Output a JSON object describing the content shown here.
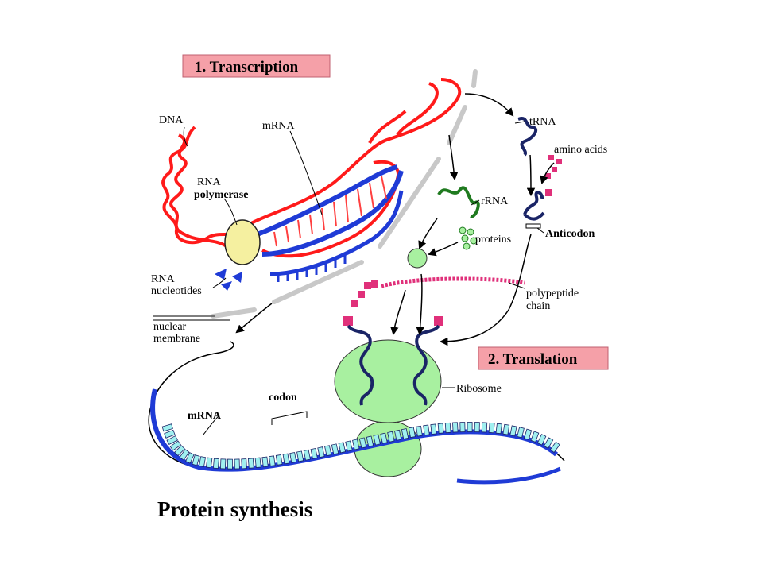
{
  "title": "Protein synthesis",
  "banners": {
    "transcription": "1. Transcription",
    "translation": "2. Translation"
  },
  "labels": {
    "dna": "DNA",
    "mrna_top": "mRNA",
    "rna_polymerase_1": "RNA",
    "rna_polymerase_2": "polymerase",
    "rna_nucleotides_1": "RNA",
    "rna_nucleotides_2": "nucleotides",
    "nuclear_membrane_1": "nuclear",
    "nuclear_membrane_2": "membrane",
    "trna": "tRNA",
    "amino_acids": "amino acids",
    "rrna": "rRNA",
    "proteins": "proteins",
    "anticodon": "Anticodon",
    "polypeptide_1": "polypeptide",
    "polypeptide_2": "chain",
    "ribosome": "Ribosome",
    "codon": "codon",
    "mrna_bottom": "mRNA"
  },
  "colors": {
    "dna": "#ff1a1a",
    "mrna": "#1f3bd6",
    "trna": "#1a2466",
    "rrna": "#1f7a1f",
    "ribosome": "#a8f0a0",
    "banner": "#f5a0a8",
    "amino_acid": "#e0307a",
    "polymerase": "#f5f0a0",
    "membrane": "#c8c8c8",
    "codon_tick": "#a0f0f0"
  }
}
